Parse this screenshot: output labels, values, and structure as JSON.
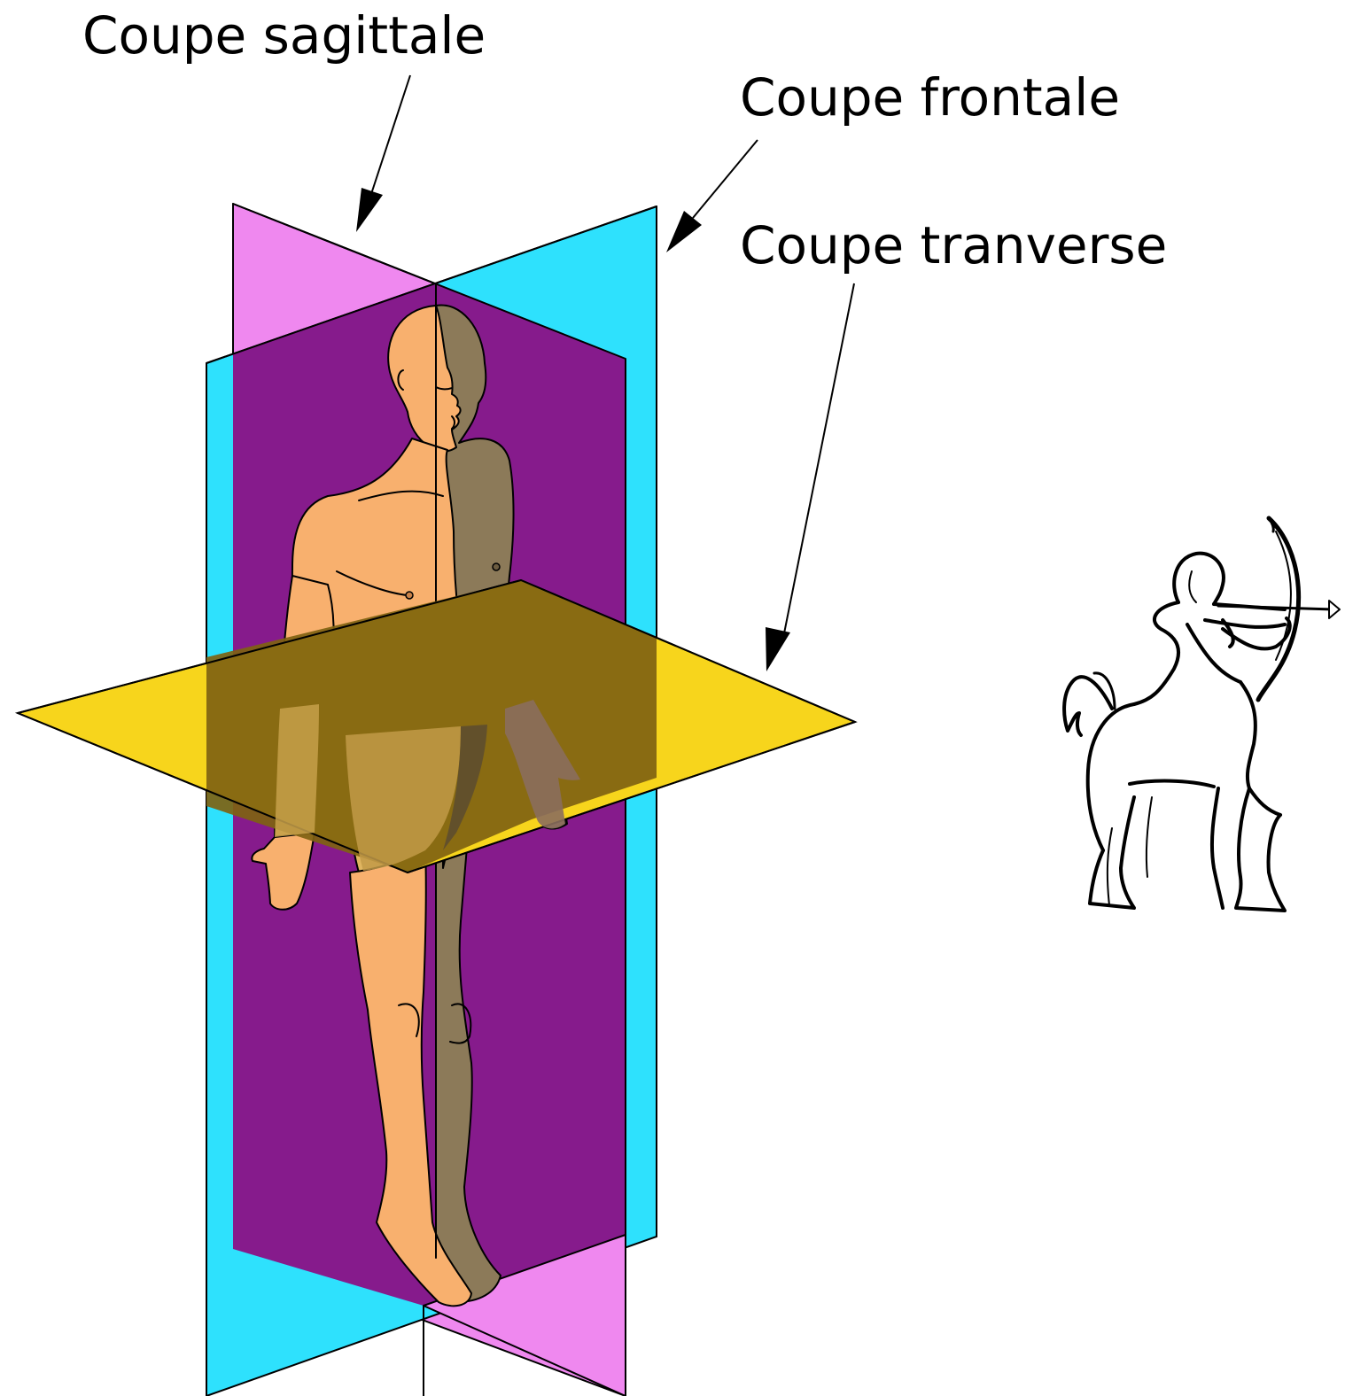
{
  "labels": {
    "sagittal": "Coupe sagittale",
    "frontal": "Coupe frontale",
    "transverse": "Coupe tranverse"
  },
  "colors": {
    "sagittal_plane": "#ef88ef",
    "frontal_plane": "#2ee1fd",
    "overlap": "#861b8c",
    "transverse_plane": "#f7d51c",
    "skin": "#f8b06e",
    "skin_shadow": "#8c7a59",
    "shorts": "#e0b560",
    "shorts_shadow": "#6e5d34"
  },
  "icons": {
    "centaur": "sagittarius-archer-icon"
  }
}
